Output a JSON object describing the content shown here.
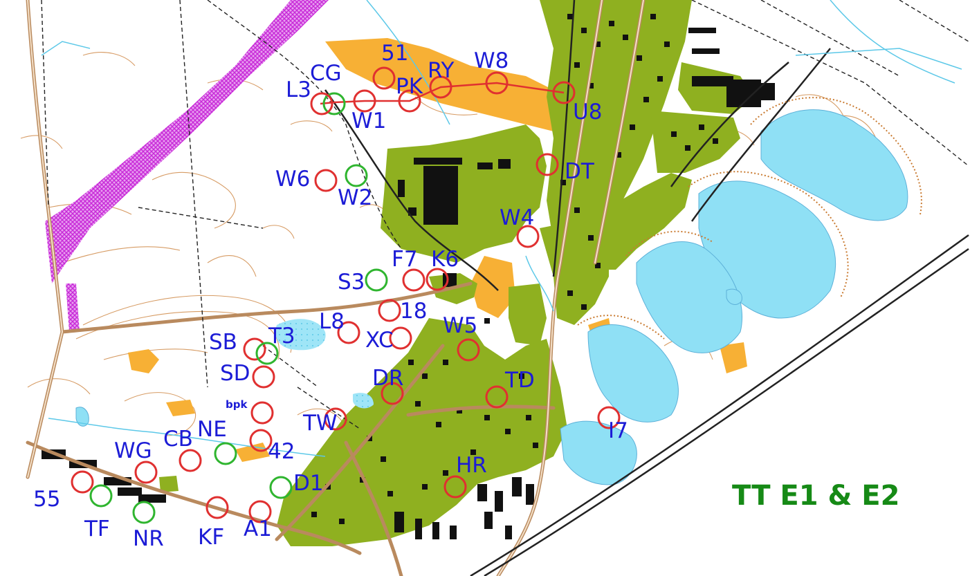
{
  "map": {
    "title": "TT E1 & E2",
    "title_color": "#168a16"
  },
  "colors": {
    "background": "#ffffff",
    "vegetation_green": "#8fb020",
    "water_blue": "#8fe0f5",
    "open_land_orange": "#f7b035",
    "restricted_purple": "#d43ae0",
    "building_black": "#111111",
    "road_brown": "#b98a5e",
    "contour_brown": "#c97a30",
    "control_red": "#e03030",
    "control_green": "#2fb52f",
    "label_blue": "#1c1cd6",
    "railway_black": "#222222"
  },
  "controls": [
    {
      "code": "CG",
      "ring": "green"
    },
    {
      "code": "L3",
      "ring": "red"
    },
    {
      "code": "51",
      "ring": "red"
    },
    {
      "code": "W1",
      "ring": "red"
    },
    {
      "code": "PK",
      "ring": "red"
    },
    {
      "code": "RY",
      "ring": "red"
    },
    {
      "code": "W8",
      "ring": "red"
    },
    {
      "code": "U8",
      "ring": "red"
    },
    {
      "code": "DT",
      "ring": "red"
    },
    {
      "code": "W6",
      "ring": "red"
    },
    {
      "code": "W2",
      "ring": "green"
    },
    {
      "code": "W4",
      "ring": "red"
    },
    {
      "code": "F7",
      "ring": "red"
    },
    {
      "code": "K6",
      "ring": "red"
    },
    {
      "code": "S3",
      "ring": "green"
    },
    {
      "code": "18",
      "ring": "red"
    },
    {
      "code": "L8",
      "ring": "red"
    },
    {
      "code": "XC",
      "ring": "red"
    },
    {
      "code": "W5",
      "ring": "red"
    },
    {
      "code": "SB",
      "ring": "red"
    },
    {
      "code": "T3",
      "ring": "green"
    },
    {
      "code": "SD",
      "ring": "red"
    },
    {
      "code": "DR",
      "ring": "red"
    },
    {
      "code": "TD",
      "ring": "red"
    },
    {
      "code": "bpk",
      "ring": "red"
    },
    {
      "code": "TW",
      "ring": "red"
    },
    {
      "code": "I7",
      "ring": "red"
    },
    {
      "code": "42",
      "ring": "red"
    },
    {
      "code": "NE",
      "ring": "green"
    },
    {
      "code": "CB",
      "ring": "red"
    },
    {
      "code": "WG",
      "ring": "red"
    },
    {
      "code": "D1",
      "ring": "green"
    },
    {
      "code": "HR",
      "ring": "red"
    },
    {
      "code": "55",
      "ring": "red"
    },
    {
      "code": "TF",
      "ring": "green"
    },
    {
      "code": "NR",
      "ring": "green"
    },
    {
      "code": "KF",
      "ring": "red"
    },
    {
      "code": "A1",
      "ring": "red"
    }
  ]
}
